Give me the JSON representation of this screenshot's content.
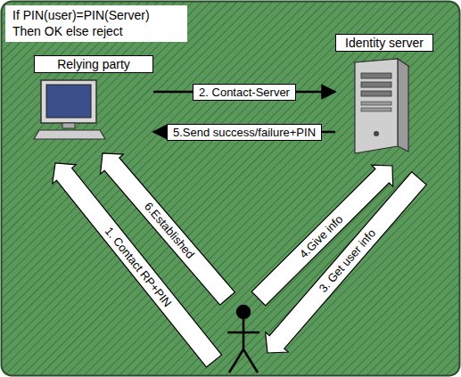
{
  "diagram": {
    "nodes": [
      {
        "text": [
          "If PIN(user)=PIN(Server) Then OK else reject"
        ]
      },
      {
        "text": [
          "Relying party"
        ]
      },
      {
        "text": [
          "Identity server"
        ]
      }
    ],
    "edges": [
      {
        "from": 1,
        "to": 2,
        "arrow": "to",
        "label": "2. Contact-Server"
      },
      {
        "from": 2,
        "to": 1,
        "arrow": "to",
        "label": "5.Send success/failure+PIN"
      }
    ],
    "labels": [
      "1. Contact RP+PIN",
      "6.Established",
      "4.Give info",
      "3. Get user info"
    ]
  }
}
